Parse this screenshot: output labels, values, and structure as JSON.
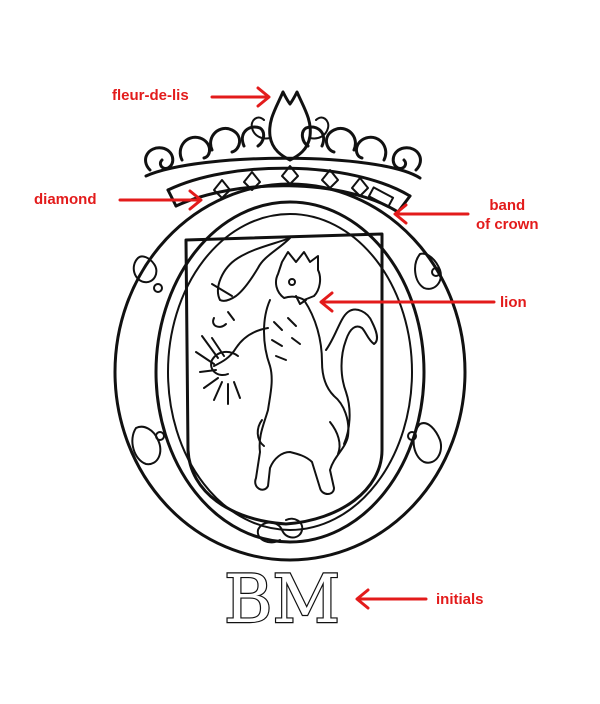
{
  "labels": {
    "fleur_de_lis": "fleur-de-lis",
    "diamond": "diamond",
    "band_of_crown_line1": "band",
    "band_of_crown_line2": "of crown",
    "lion": "lion",
    "initials": "initials"
  },
  "emblem": {
    "initials_text": "BM"
  },
  "colors": {
    "label_red": "#e31b1b",
    "ink": "#111111",
    "background": "#ffffff"
  }
}
